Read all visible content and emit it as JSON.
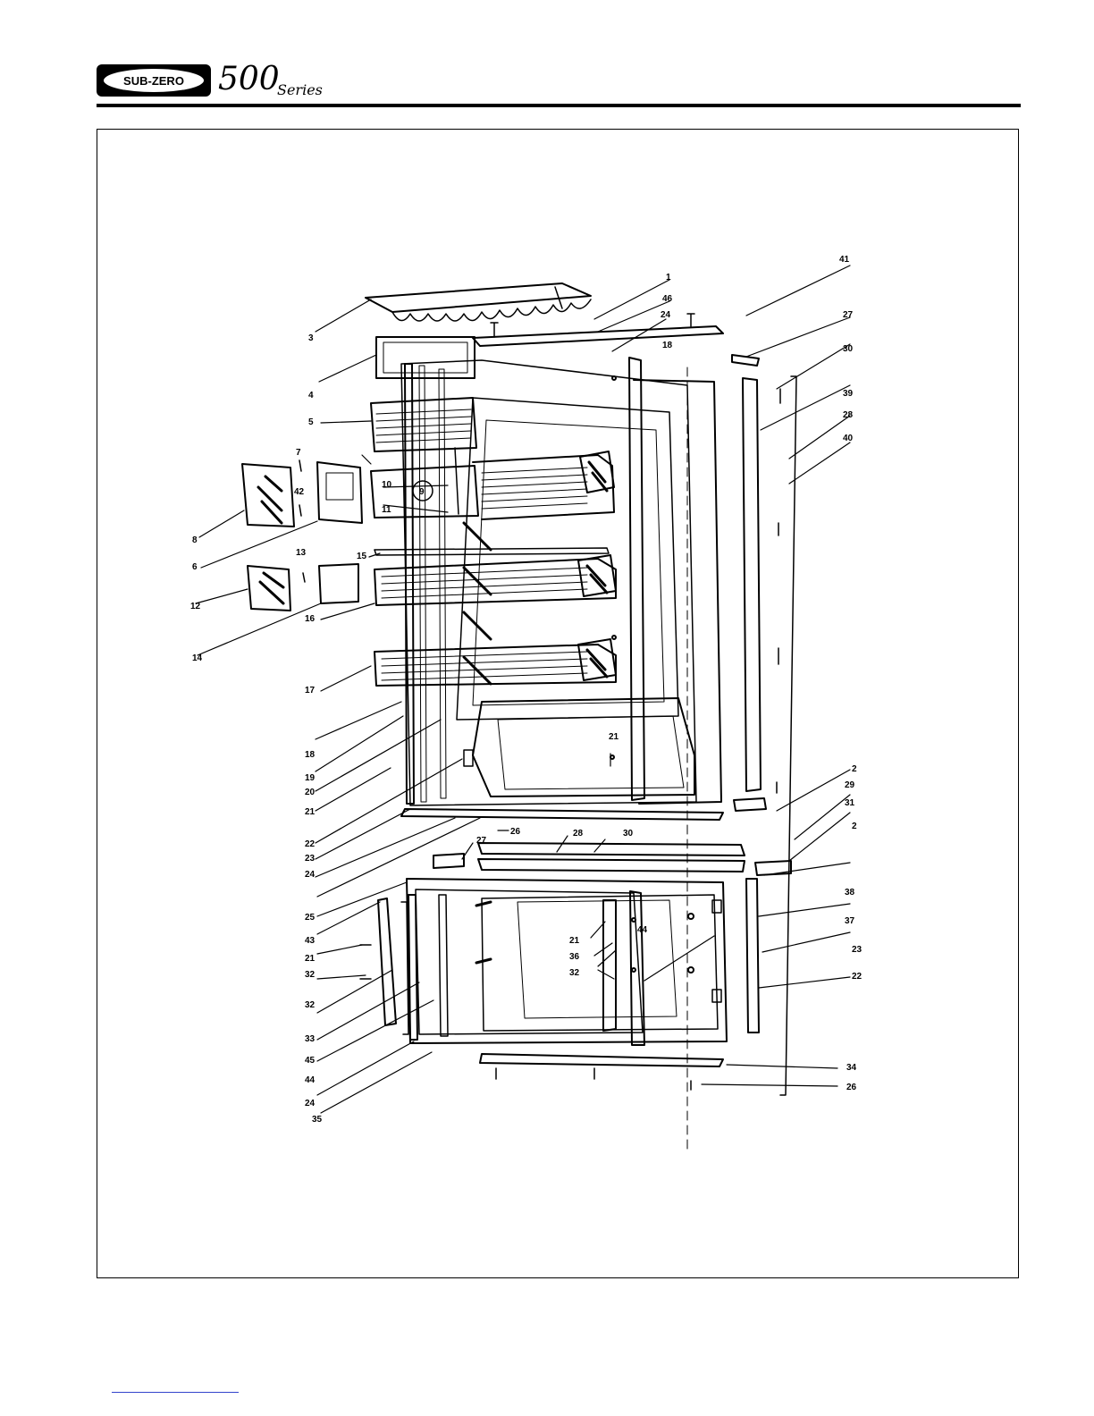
{
  "header": {
    "brand": "SUB-ZERO",
    "series_number": "500",
    "series_word": "Series"
  },
  "callouts": [
    "1",
    "2",
    "2",
    "3",
    "4",
    "5",
    "6",
    "7",
    "8",
    "9",
    "10",
    "11",
    "12",
    "13",
    "14",
    "15",
    "16",
    "17",
    "18",
    "18",
    "19",
    "20",
    "21",
    "21",
    "21",
    "21",
    "22",
    "22",
    "23",
    "23",
    "24",
    "24",
    "24",
    "25",
    "26",
    "26",
    "27",
    "27",
    "28",
    "28",
    "29",
    "30",
    "30",
    "31",
    "32",
    "32",
    "32",
    "33",
    "34",
    "35",
    "36",
    "37",
    "38",
    "39",
    "40",
    "41",
    "42",
    "43",
    "44",
    "44",
    "45",
    "46"
  ]
}
